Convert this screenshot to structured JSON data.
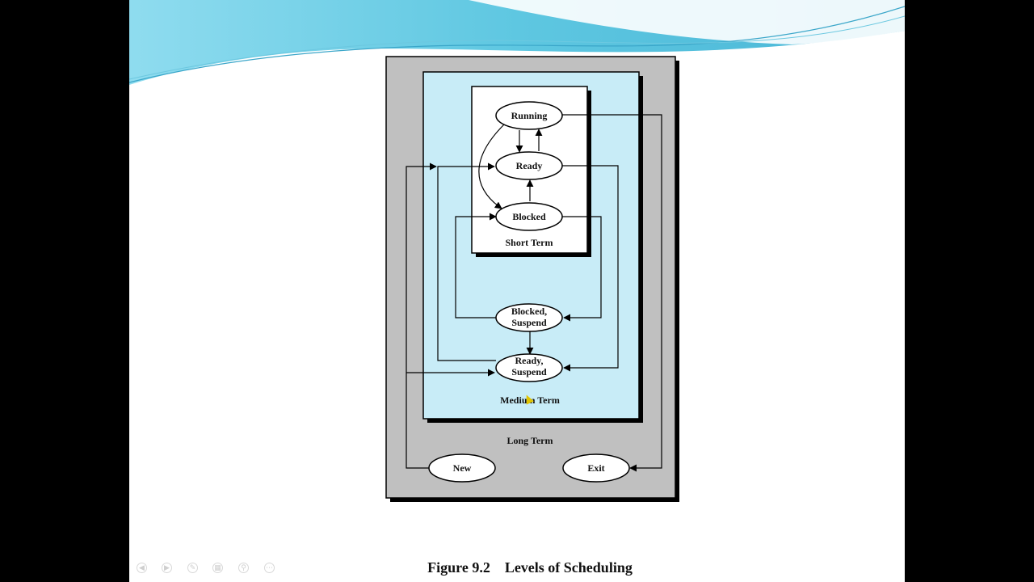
{
  "diagram": {
    "states": {
      "running": "Running",
      "ready": "Ready",
      "blocked": "Blocked",
      "blocked_suspend_line1": "Blocked,",
      "blocked_suspend_line2": "Suspend",
      "ready_suspend_line1": "Ready,",
      "ready_suspend_line2": "Suspend",
      "new": "New",
      "exit": "Exit"
    },
    "regions": {
      "short_term": "Short Term",
      "medium_term": "Medium Term",
      "long_term": "Long Term"
    },
    "caption": "Figure 9.2    Levels of Scheduling"
  },
  "slide_controls": {
    "icons": [
      "prev-icon",
      "next-icon",
      "pen-icon",
      "slides-icon",
      "zoom-icon",
      "more-icon"
    ],
    "glyphs": [
      "◀",
      "▶",
      "✎",
      "▦",
      "⚲",
      "⋯"
    ]
  },
  "colors": {
    "long_term_bg": "#c0c0c0",
    "medium_term_bg": "#c8ecf7",
    "short_term_bg": "#ffffff",
    "header_wave": "#5ec7e1"
  }
}
